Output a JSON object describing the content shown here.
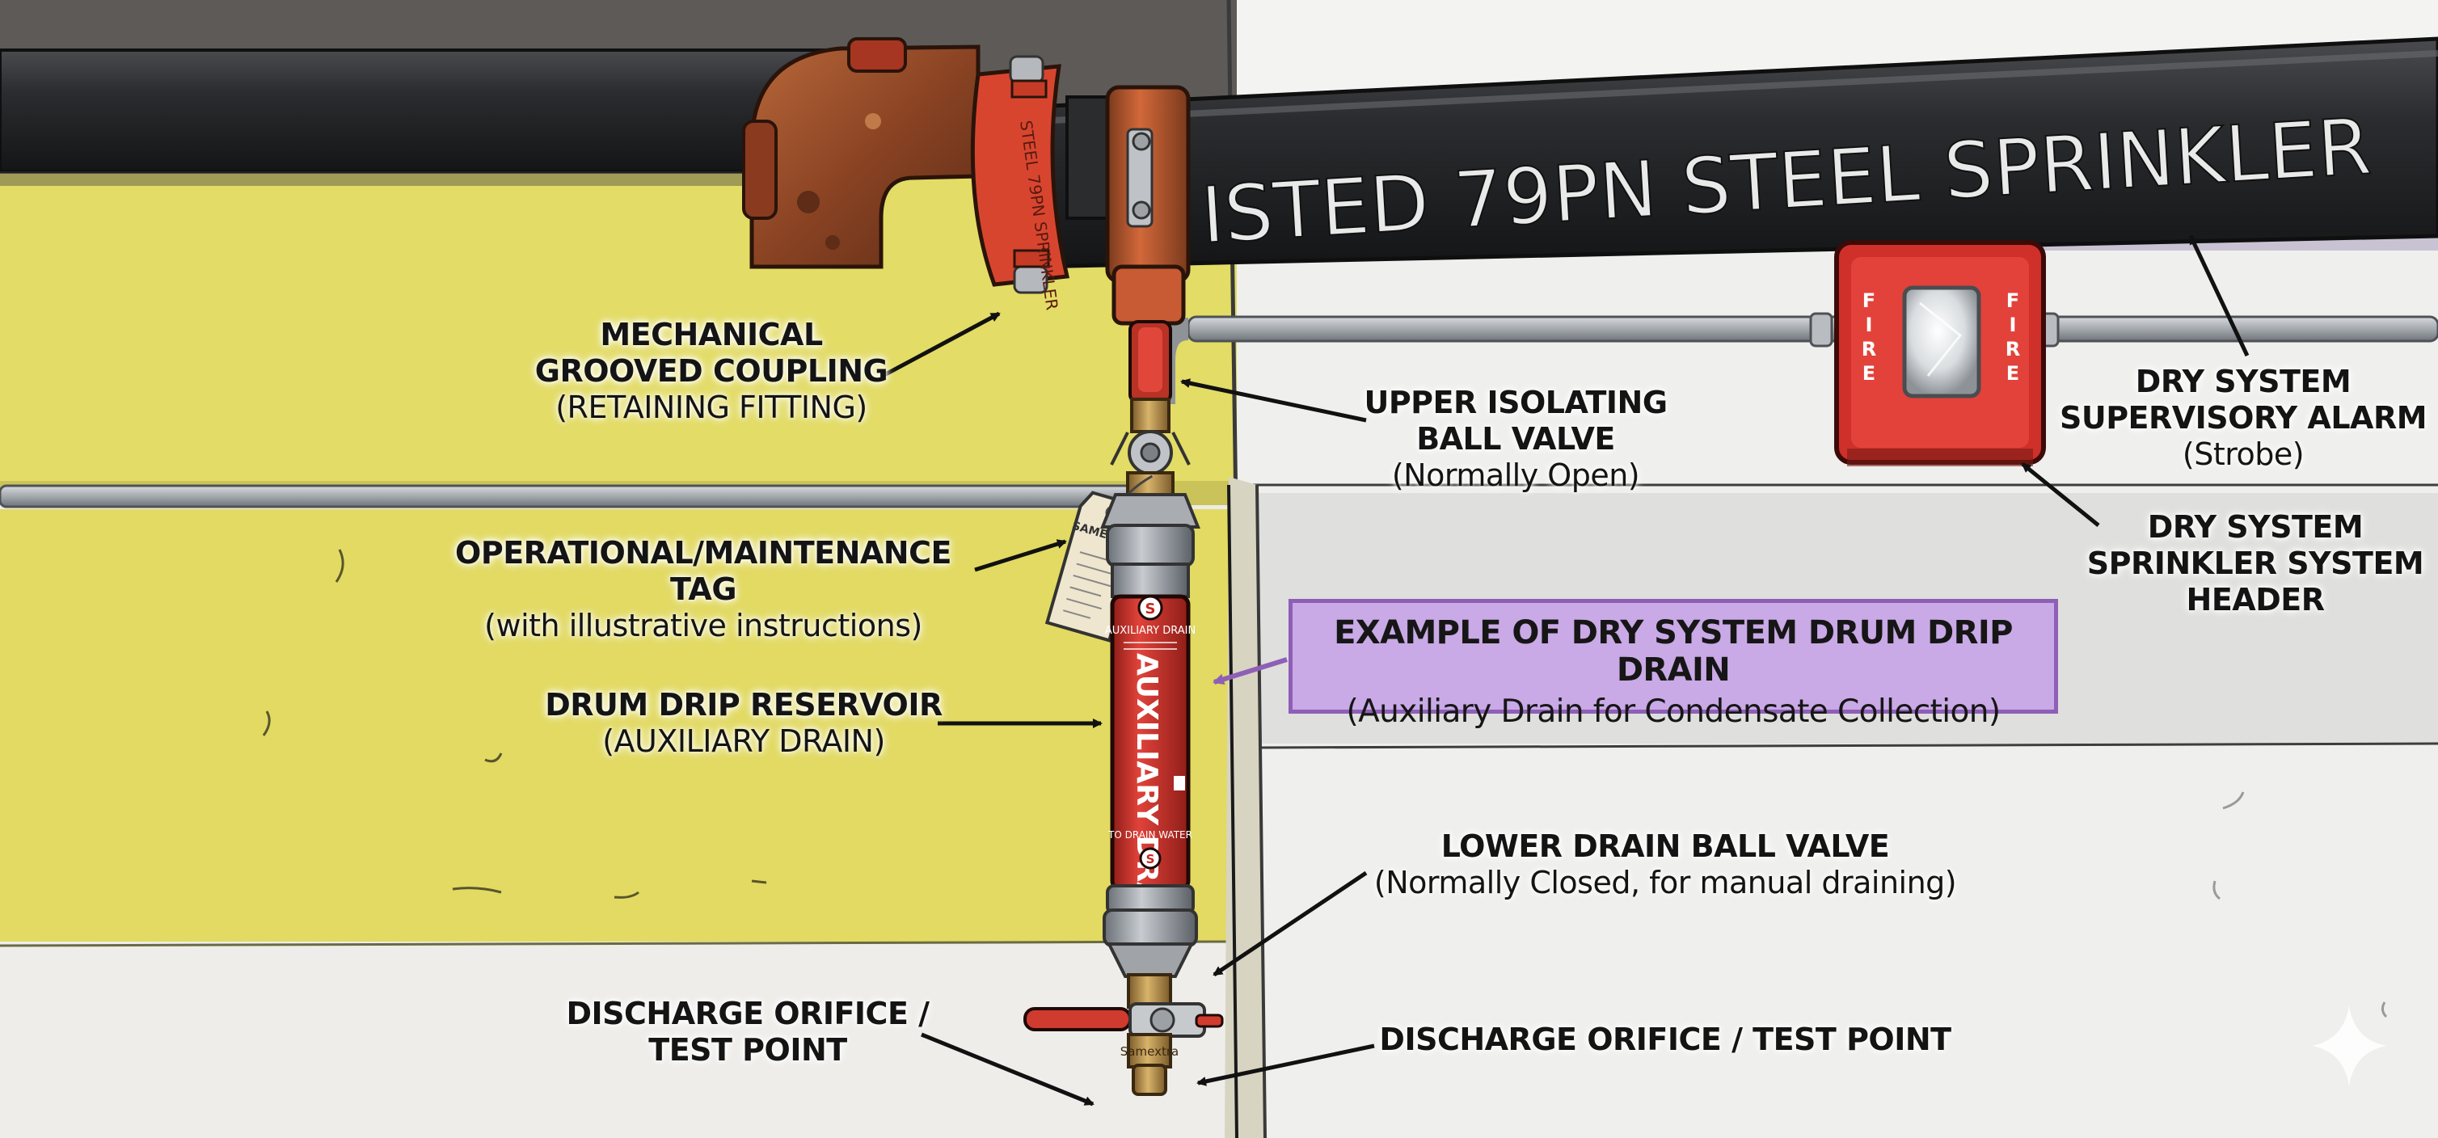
{
  "pipe_marking": "ISTED 79PN STEEL SPRINKLER",
  "labels": {
    "coupling": {
      "title": "MECHANICAL\nGROOVED COUPLING",
      "sub": "(RETAINING FITTING)"
    },
    "upper_valve": {
      "title": "UPPER ISOLATING\nBALL VALVE",
      "sub": "(Normally Open)"
    },
    "alarm": {
      "title": "DRY SYSTEM\nSUPERVISORY ALARM",
      "sub": "(Strobe)"
    },
    "header": {
      "title": "DRY SYSTEM\nSPRINKLER SYSTEM\nHEADER"
    },
    "tag": {
      "title": "OPERATIONAL/MAINTENANCE TAG",
      "sub": "(with illustrative instructions)"
    },
    "reservoir": {
      "title": "DRUM DRIP RESERVOIR",
      "sub": "(AUXILIARY DRAIN)"
    },
    "lower_valve": {
      "title": "LOWER DRAIN BALL VALVE",
      "sub": "(Normally Closed, for manual draining)"
    },
    "orifice_left": {
      "title": "DISCHARGE ORIFICE /\nTEST POINT"
    },
    "orifice_right": {
      "title": "DISCHARGE ORIFICE / TEST POINT"
    }
  },
  "callout": {
    "title": "EXAMPLE OF DRY SYSTEM DRUM DRIP DRAIN",
    "sub": "(Auxiliary Drain for Condensate Collection)"
  },
  "alarm_device": {
    "word": "FIRE"
  },
  "drum": {
    "header": "AUXILIARY DRAIN",
    "vertical": "AUXILIARY DRAIN",
    "footer": "TO DRAIN WATER",
    "brand_mark": "S"
  },
  "tag_text": "SAMEXTRA",
  "fitting_text": "Samextra",
  "coupling_text": "STEEL 79PN SPRINKLER",
  "colors": {
    "wall_yellow": "#e2dc63",
    "wall_white": "#eeeeec",
    "pipe_black": "#2a2b2d",
    "fire_red": "#d8352d",
    "rust": "#a4532e",
    "callout_fill": "#c9a9e6",
    "callout_border": "#8e5fb6"
  }
}
